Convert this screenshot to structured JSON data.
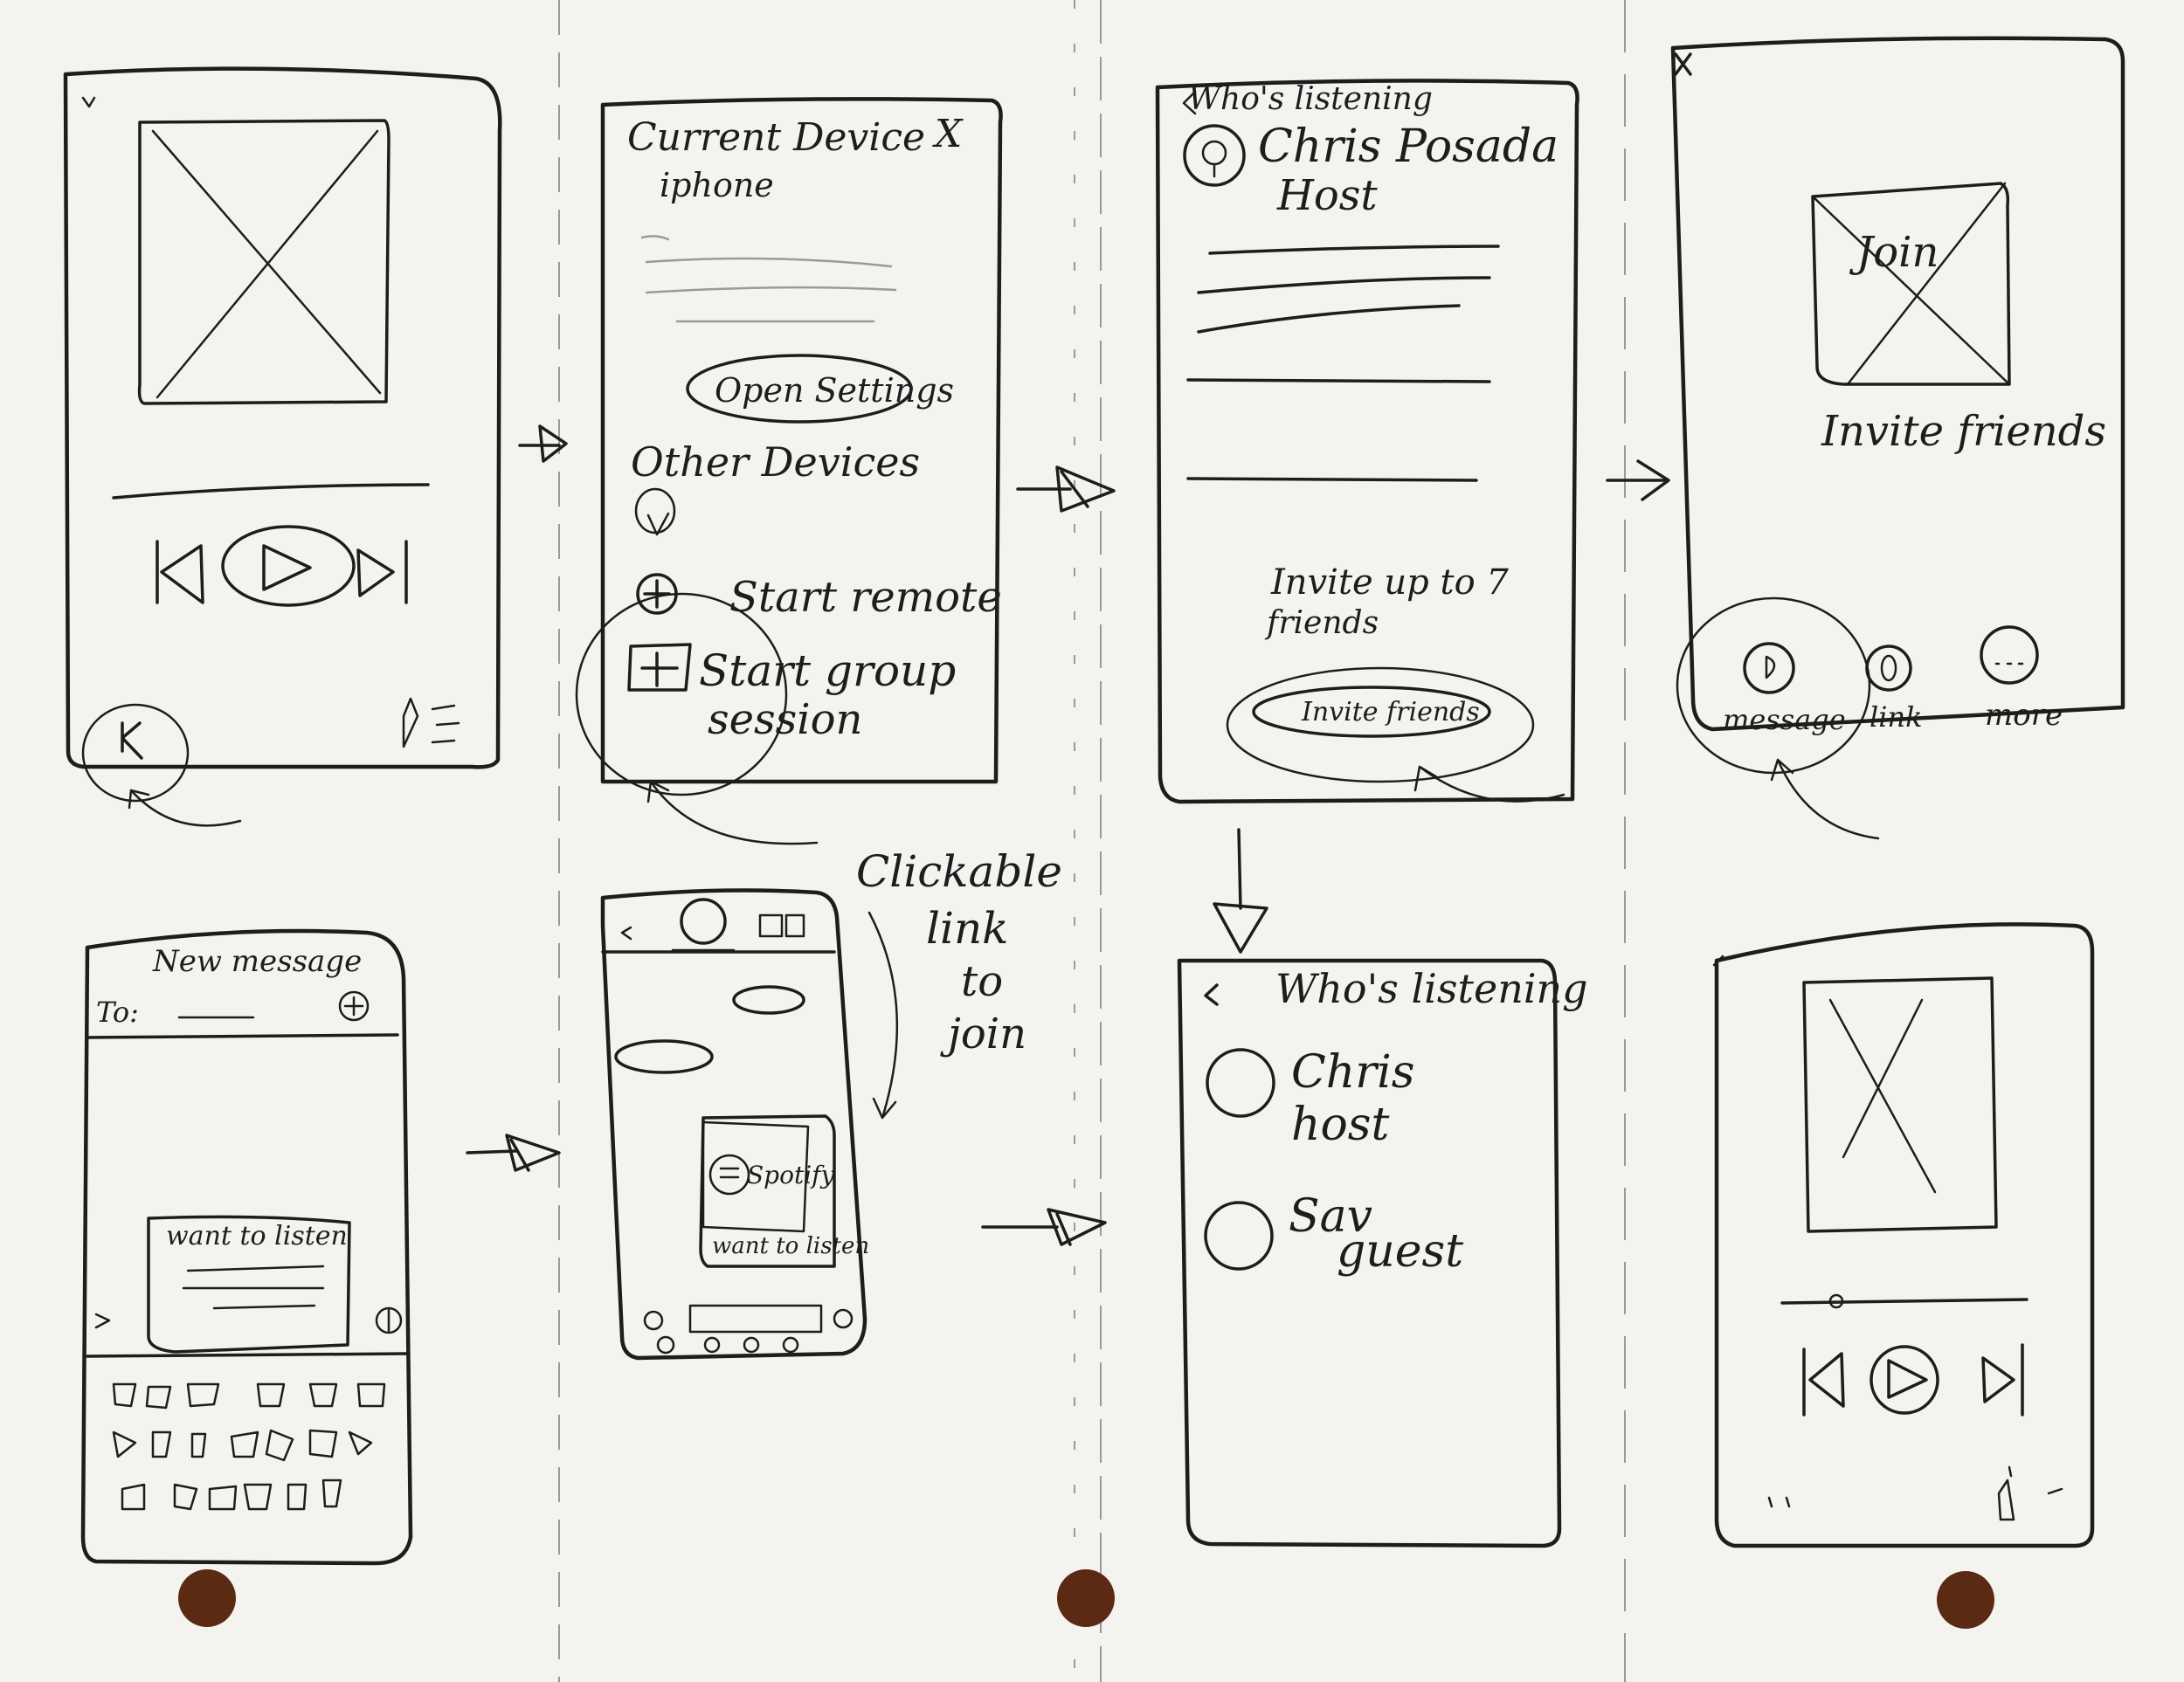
{
  "screens": {
    "current_device": {
      "title": "Current Device",
      "device": "iphone",
      "open_settings": "Open Settings",
      "other_devices": "Other Devices",
      "start_remote": "Start remote",
      "start_group_line1": "Start group",
      "start_group_line2": "session",
      "close": "X"
    },
    "whos_listening_host": {
      "header": "Who's listening",
      "host_name": "Chris Posada",
      "host_role": "Host",
      "invite_note_line1": "Invite up to 7",
      "invite_note_line2": "friends",
      "invite_button": "Invite friends"
    },
    "invite_share": {
      "join_label": "Join",
      "title": "Invite friends",
      "options": [
        "message",
        "link",
        "more"
      ]
    },
    "new_message": {
      "title": "New message",
      "to_label": "To:",
      "card_text": "want to listen"
    },
    "chat": {
      "badge": "Spotify",
      "link_text": "want to listen"
    },
    "annotation": {
      "lines": [
        "Clickable",
        "link",
        "to",
        "join"
      ]
    },
    "whos_listening_guest": {
      "header": "Who's listening",
      "listeners": [
        {
          "name": "Chris",
          "role": "host"
        },
        {
          "name": "Sav",
          "role": "guest"
        }
      ]
    }
  },
  "colors": {
    "ink": "#1d1d1d",
    "paper": "#f4f3f0",
    "pin": "#5a2a12"
  }
}
